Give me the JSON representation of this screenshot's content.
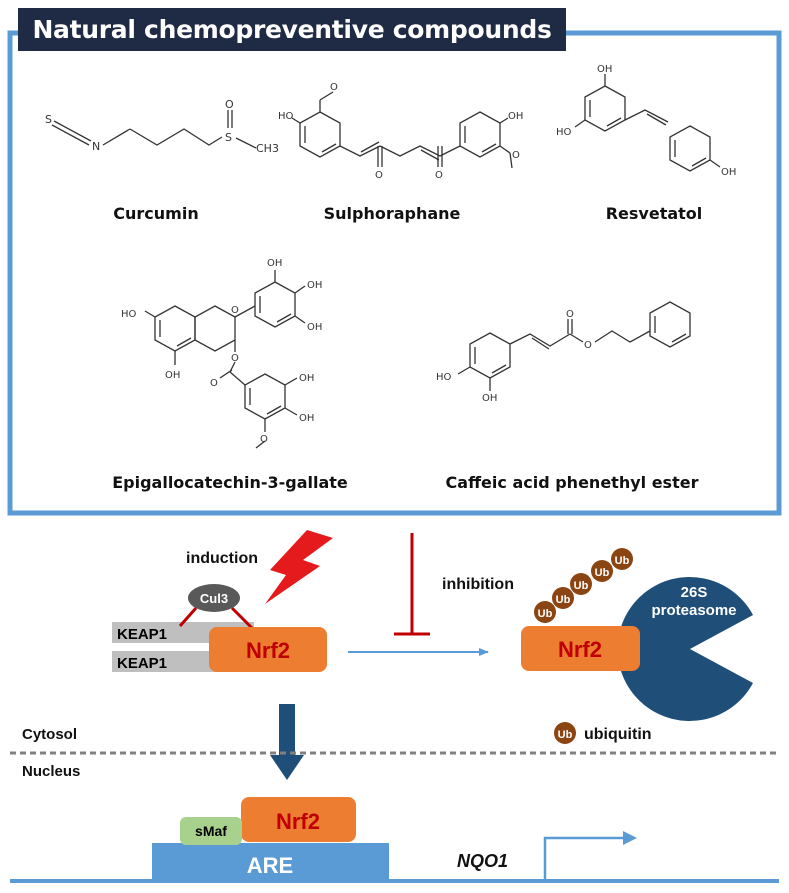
{
  "header": {
    "title": "Natural chemopreventive compounds"
  },
  "compounds": [
    {
      "name": "Curcumin"
    },
    {
      "name": "Sulphoraphane"
    },
    {
      "name": "Resvetatol"
    },
    {
      "name": "Epigallocatechin-3-gallate"
    },
    {
      "name": "Caffeic acid phenethyl ester"
    }
  ],
  "atom_labels": {
    "s": "S",
    "n": "N",
    "o": "O",
    "ch3": "CH3",
    "ho": "HO",
    "oh": "OH",
    "o_ch3": "O"
  },
  "pathway": {
    "induction": "induction",
    "inhibition": "inhibition",
    "cul3": "Cul3",
    "keap1_top": "KEAP1",
    "keap1_bottom": "KEAP1",
    "nrf2_left": "Nrf2",
    "nrf2_right": "Nrf2",
    "nrf2_nucleus": "Nrf2",
    "proteasome_line1": "26S",
    "proteasome_line2": "proteasome",
    "ub": "Ub",
    "ubiquitin_legend": "ubiquitin",
    "cytosol": "Cytosol",
    "nucleus": "Nucleus",
    "smaf": "sMaf",
    "are": "ARE",
    "gene": "NQO1"
  },
  "colors": {
    "frame_blue": "#5b9bd5",
    "title_bg": "#1f2a44",
    "nrf2_orange": "#ed7d31",
    "nrf2_text": "#c00000",
    "inhibit_red": "#c00000",
    "lightning_red": "#e41a1c",
    "keap1_gray": "#bfbfbf",
    "cul3_gray": "#595959",
    "ub_brown": "#8b4513",
    "proteasome_blue": "#1f4e79",
    "smaf_green": "#a9d18e",
    "down_arrow": "#1f4e79"
  }
}
